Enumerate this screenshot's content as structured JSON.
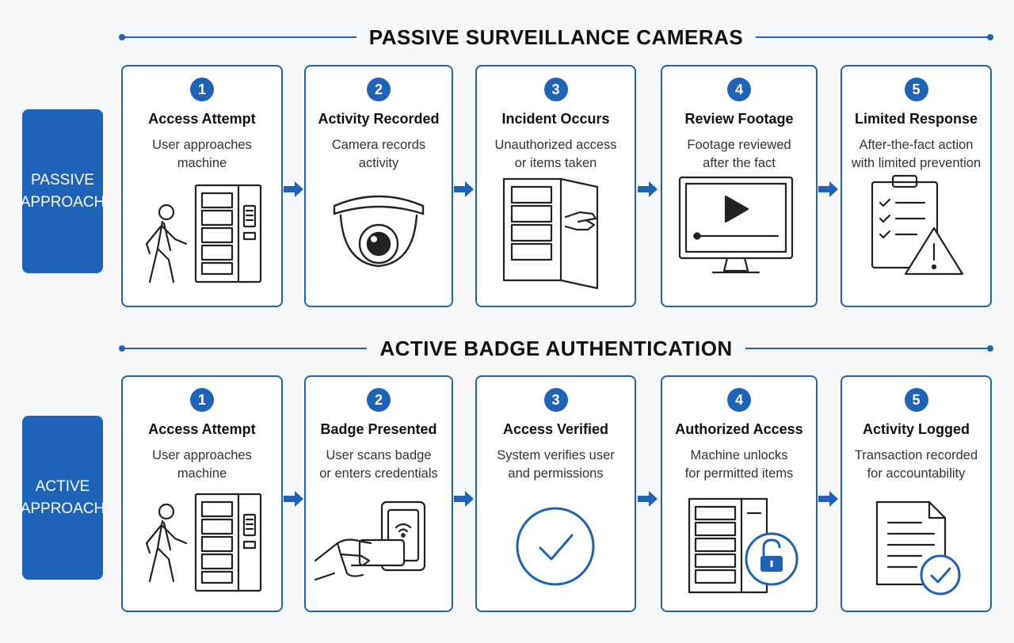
{
  "sections": [
    {
      "title": "PASSIVE SURVEILLANCE CAMERAS",
      "approach_label": [
        "PASSIVE",
        "APPROACH"
      ],
      "steps": [
        {
          "num": "1",
          "title": "Access Attempt",
          "desc": "User approaches\nmachine",
          "icon": "person-vending-machine-icon"
        },
        {
          "num": "2",
          "title": "Activity Recorded",
          "desc": "Camera records\nactivity",
          "icon": "dome-camera-icon"
        },
        {
          "num": "3",
          "title": "Incident Occurs",
          "desc": "Unauthorized access\nor items taken",
          "icon": "open-machine-hand-icon"
        },
        {
          "num": "4",
          "title": "Review Footage",
          "desc": "Footage reviewed\nafter the fact",
          "icon": "monitor-play-icon"
        },
        {
          "num": "5",
          "title": "Limited Response",
          "desc": "After-the-fact action\nwith limited prevention",
          "icon": "checklist-warning-icon"
        }
      ]
    },
    {
      "title": "ACTIVE BADGE AUTHENTICATION",
      "approach_label": [
        "ACTIVE",
        "APPROACH"
      ],
      "steps": [
        {
          "num": "1",
          "title": "Access Attempt",
          "desc": "User approaches\nmachine",
          "icon": "person-vending-machine-icon"
        },
        {
          "num": "2",
          "title": "Badge Presented",
          "desc": "User scans badge\nor enters credentials",
          "icon": "badge-reader-icon"
        },
        {
          "num": "3",
          "title": "Access Verified",
          "desc": "System verifies user\nand permissions",
          "icon": "check-circle-icon"
        },
        {
          "num": "4",
          "title": "Authorized Access",
          "desc": "Machine unlocks\nfor permitted items",
          "icon": "machine-unlock-icon"
        },
        {
          "num": "5",
          "title": "Activity Logged",
          "desc": "Transaction recorded\nfor accountability",
          "icon": "document-check-icon"
        }
      ]
    }
  ],
  "colors": {
    "accent": "#1f63b8",
    "line": "#222222"
  }
}
